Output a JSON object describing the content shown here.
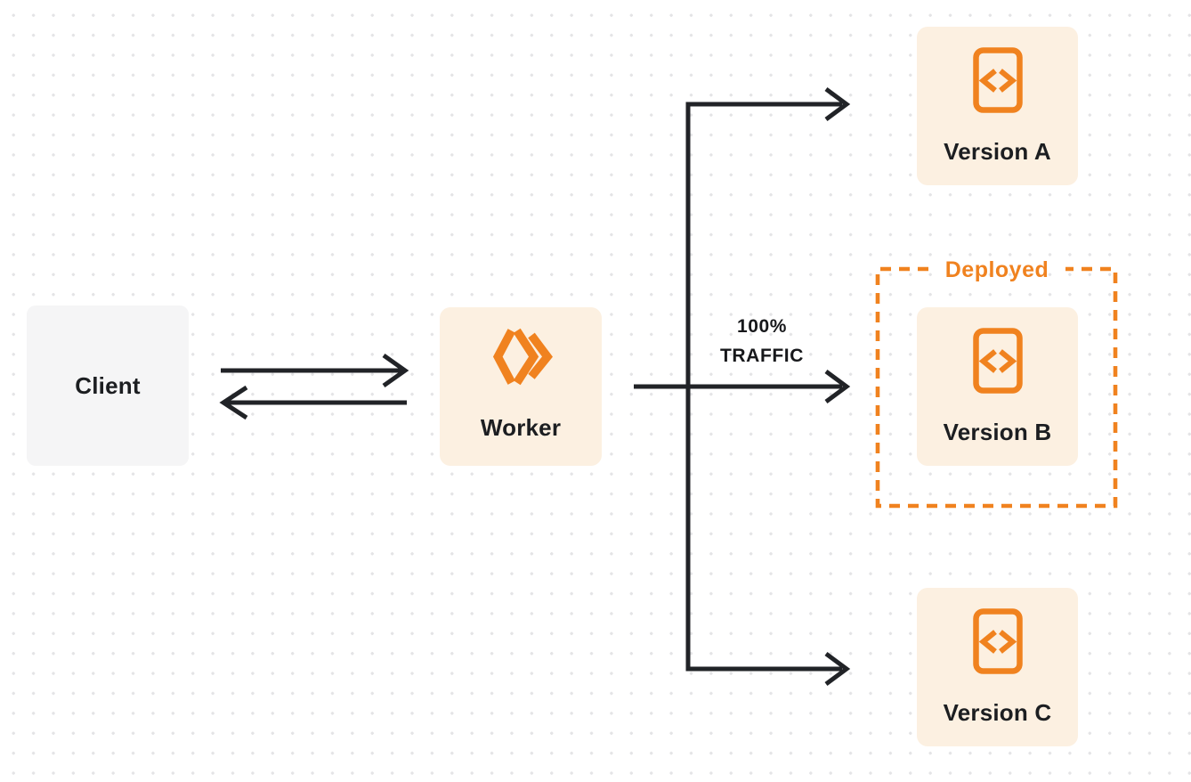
{
  "nodes": {
    "client": {
      "label": "Client"
    },
    "worker": {
      "label": "Worker",
      "icon": "workers-logo-icon"
    },
    "versionA": {
      "label": "Version A",
      "icon": "code-file-icon"
    },
    "versionB": {
      "label": "Version B",
      "icon": "code-file-icon"
    },
    "versionC": {
      "label": "Version C",
      "icon": "code-file-icon"
    }
  },
  "deployed_group": {
    "label": "Deployed"
  },
  "traffic_label": {
    "line1": "100%",
    "line2": "TRAFFIC"
  },
  "colors": {
    "accent_orange": "#F0821F",
    "node_cream_bg": "#FCF0E1",
    "client_gray_bg": "#F5F5F6",
    "line_dark": "#212327",
    "text_dark": "#1C1E21",
    "dot_grid": "#E4E4E6",
    "background": "#FFFFFF"
  }
}
